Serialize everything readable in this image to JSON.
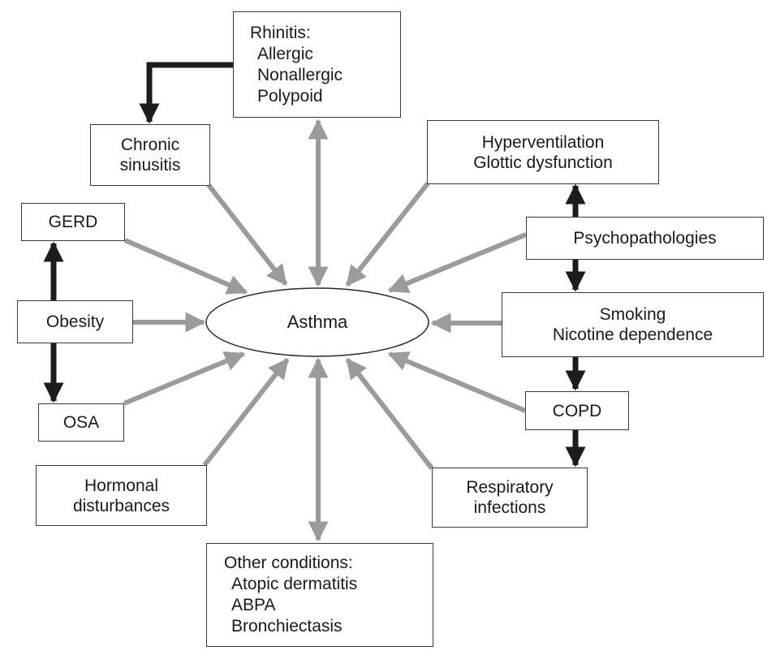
{
  "diagram": {
    "center": {
      "label": "Asthma"
    },
    "nodes": {
      "rhinitis": {
        "title": "Rhinitis:",
        "items": [
          "Allergic",
          "Nonallergic",
          "Polypoid"
        ]
      },
      "sinusitis": {
        "lines": [
          "Chronic",
          "sinusitis"
        ]
      },
      "gerd": {
        "label": "GERD"
      },
      "obesity": {
        "label": "Obesity"
      },
      "osa": {
        "label": "OSA"
      },
      "hormonal": {
        "lines": [
          "Hormonal",
          "disturbances"
        ]
      },
      "other": {
        "title": "Other conditions:",
        "items": [
          "Atopic dermatitis",
          "ABPA",
          "Bronchiectasis"
        ]
      },
      "respiratory": {
        "lines": [
          "Respiratory",
          "infections"
        ]
      },
      "copd": {
        "label": "COPD"
      },
      "smoking": {
        "lines": [
          "Smoking",
          "Nicotine dependence"
        ]
      },
      "psycho": {
        "label": "Psychopathologies"
      },
      "hyperventilation": {
        "lines": [
          "Hyperventilation",
          "Glottic dysfunction"
        ]
      }
    },
    "links": [
      {
        "from": "sinusitis",
        "to": "asthma",
        "type": "comorbidity",
        "direction": "to-asthma"
      },
      {
        "from": "rhinitis",
        "to": "asthma",
        "type": "comorbidity",
        "direction": "bidirectional"
      },
      {
        "from": "hyperventilation",
        "to": "asthma",
        "type": "comorbidity",
        "direction": "to-asthma"
      },
      {
        "from": "psycho",
        "to": "asthma",
        "type": "comorbidity",
        "direction": "to-asthma"
      },
      {
        "from": "smoking",
        "to": "asthma",
        "type": "comorbidity",
        "direction": "to-asthma"
      },
      {
        "from": "copd",
        "to": "asthma",
        "type": "comorbidity",
        "direction": "to-asthma"
      },
      {
        "from": "respiratory",
        "to": "asthma",
        "type": "comorbidity",
        "direction": "to-asthma"
      },
      {
        "from": "other",
        "to": "asthma",
        "type": "comorbidity",
        "direction": "bidirectional"
      },
      {
        "from": "hormonal",
        "to": "asthma",
        "type": "comorbidity",
        "direction": "to-asthma"
      },
      {
        "from": "osa",
        "to": "asthma",
        "type": "comorbidity",
        "direction": "to-asthma"
      },
      {
        "from": "obesity",
        "to": "asthma",
        "type": "comorbidity",
        "direction": "to-asthma"
      },
      {
        "from": "gerd",
        "to": "asthma",
        "type": "comorbidity",
        "direction": "to-asthma"
      },
      {
        "from": "rhinitis",
        "to": "sinusitis",
        "type": "causal",
        "direction": "forward"
      },
      {
        "from": "obesity",
        "to": "gerd",
        "type": "causal",
        "direction": "forward"
      },
      {
        "from": "obesity",
        "to": "osa",
        "type": "causal",
        "direction": "forward"
      },
      {
        "from": "psycho",
        "to": "hyperventilation",
        "type": "causal",
        "direction": "forward"
      },
      {
        "from": "psycho",
        "to": "smoking",
        "type": "causal",
        "direction": "forward"
      },
      {
        "from": "smoking",
        "to": "copd",
        "type": "causal",
        "direction": "forward"
      },
      {
        "from": "copd",
        "to": "respiratory",
        "type": "causal",
        "direction": "forward"
      }
    ],
    "colors": {
      "comorbidity_arrow": "#9b9b9b",
      "causal_arrow": "#1c1c1c",
      "box_border": "#3a3a3a",
      "text": "#1a1a1a"
    }
  }
}
